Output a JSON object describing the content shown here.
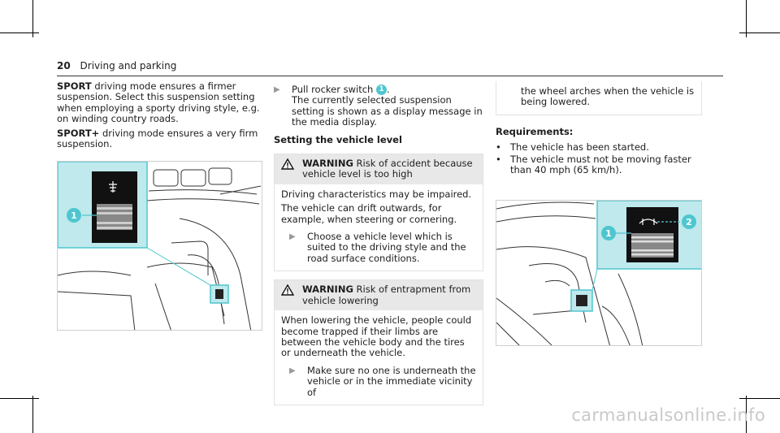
{
  "header": {
    "page_number": "20",
    "section": "Driving and parking"
  },
  "col1": {
    "sport_term": "SPORT",
    "sport_text": "driving mode ensures a firmer suspension. Select this suspension setting when employing a sporty driving style, e.g. on winding country roads.",
    "sportplus_term": "SPORT+",
    "sportplus_text": "driving mode ensures a very firm suspension.",
    "callout_1": "1"
  },
  "col2": {
    "step1_a": "Pull rocker switch",
    "step1_num": "1",
    "step1_b": ".",
    "step1_c": "The currently selected suspension setting is shown as a display message in the media display.",
    "heading": "Setting the vehicle level",
    "warning1": {
      "label": "WARNING",
      "title": "Risk of accident because vehicle level is too high",
      "p1": "Driving characteristics may be impaired.",
      "p2": "The vehicle can drift outwards, for example, when steering or cornering.",
      "step": "Choose a vehicle level which is suited to the driving style and the road surface conditions."
    },
    "warning2": {
      "label": "WARNING",
      "title": "Risk of entrapment from vehicle lowering",
      "p1": "When lowering the vehicle, people could become trapped if their limbs are between the vehicle body and the tires or underneath the vehicle.",
      "step": "Make sure no one is underneath the vehicle or in the immediate vicinity of"
    }
  },
  "col3": {
    "cont": "the wheel arches when the vehicle is being lowered.",
    "req_heading": "Requirements:",
    "req_items": [
      "The vehicle has been started.",
      "The vehicle must not be moving faster than 40 mph (65 km/h)."
    ],
    "callout_1": "1",
    "callout_2": "2"
  },
  "watermark": "carmanualsonline.info",
  "colors": {
    "accent": "#4fc6cf",
    "inset_bg": "#bfe9ec",
    "warning_bar": "#e8e8e8"
  }
}
